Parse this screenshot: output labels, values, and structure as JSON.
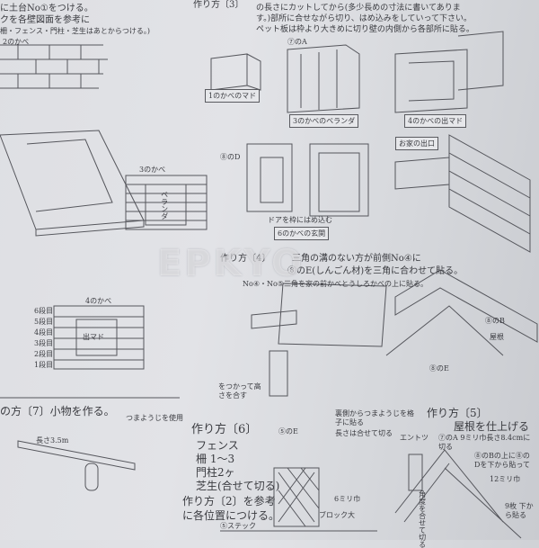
{
  "left_header": {
    "line1": "に土台No①をつける。",
    "line2": "クを各壁図面を参考に",
    "line3": "柵・フェンス・門柱・芝生はあとからつける。)"
  },
  "walls": {
    "wall2": "2のかべ",
    "wall3": "3のかべ",
    "wall4": "4のかべ",
    "veranda_label": "ベランダ",
    "window_label": "出マド",
    "rows": [
      "6段目",
      "5段目",
      "4段目",
      "3段目",
      "2段目",
      "1段目"
    ]
  },
  "step3": {
    "title": "作り方〔3〕",
    "line1": "の長さにカットしてから(多少長めの寸法に書いてありま",
    "line2": "す。)部所に合せながら切り、はめ込みをしていって下さい。",
    "line3": "ペット板は枠より大きめに切り壁の内側から各部所に貼る。"
  },
  "parts": {
    "wall1_window": "1のかべのマド",
    "wall3_veranda": "3のかべのベランダ",
    "wall4_window": "4のかべの出マド",
    "wall6_entrance": "6のかべの玄関",
    "entrance_out": "お家の出口",
    "door_note": "ドアを枠にはめ込む",
    "part_7a": "⑦のA",
    "part_8d": "⑧のD"
  },
  "step4": {
    "title": "作り方〔4〕",
    "line1": "三角の溝のない方が前側No④に",
    "line2": "⑧のE(しんごん材)を三角に合わせて貼る。",
    "line3": "No④・No⑤三角を家の前かべとうしろかべの上に貼る。",
    "roof_label": "屋根",
    "part_8b": "⑧のB",
    "part_8e": "⑧のE",
    "note_height": "をつかって高さを合す"
  },
  "step7": {
    "title": "の方〔7〕小物を作る。",
    "note": "つまようじを使用",
    "length": "長さ3.5m"
  },
  "step6": {
    "title": "作り方〔6〕",
    "items": [
      "フェンス",
      "柵 1〜3",
      "門柱2ヶ",
      "芝生(合せて切る)"
    ],
    "ref1": "作り方〔2〕を参考",
    "ref2": "に各位置につける。",
    "note1": "裏側からつまようじを格子に貼る",
    "note2": "長さは合せて切る",
    "part_e": "⑤のE",
    "width": "6ミリ巾",
    "block": "ブロック大",
    "stick": "⑤ステック"
  },
  "step5": {
    "title": "作り方〔5〕",
    "subtitle": "屋根を仕上げる",
    "chimney": "エントツ",
    "note1": "⑦のA 9ミリ巾長さ8.4cmに切る",
    "note2": "⑧のBの上に⑧のDを下から貼って",
    "note3": "12ミリ巾",
    "note4": "角度を合せて切る",
    "count": "9枚 下から貼る"
  },
  "watermark": "EPKYO"
}
